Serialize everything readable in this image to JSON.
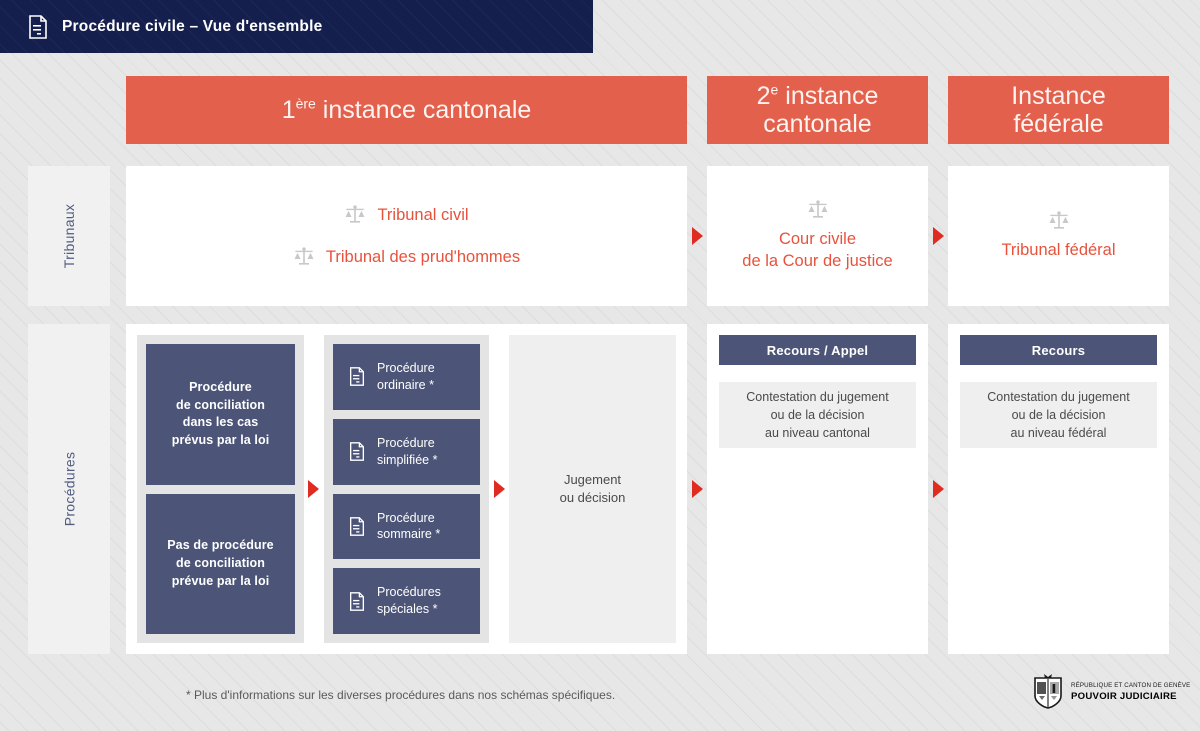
{
  "header": {
    "title": "Procédure civile – Vue d'ensemble",
    "icon": "document-icon",
    "background_color": "#141f4e"
  },
  "theme": {
    "accent_red": "#e2604c",
    "accent_red_text": "#e8523c",
    "navy": "#4c5578",
    "title_navy": "#141f4e",
    "arrow_red": "#e02b20",
    "page_background": "#e7e7e7",
    "panel_white": "#ffffff",
    "panel_gray": "#efefef"
  },
  "columns": [
    {
      "id": "col-1",
      "label_prefix": "1",
      "label_sup": "ère",
      "label_rest": " instance cantonale"
    },
    {
      "id": "col-2",
      "label_prefix": "2",
      "label_sup": "e",
      "label_rest": " instance",
      "label_line2": "cantonale"
    },
    {
      "id": "col-3",
      "label_prefix": "",
      "label_sup": "",
      "label_rest": "Instance",
      "label_line2": "fédérale"
    }
  ],
  "rows": [
    {
      "id": "row-tribunaux",
      "label": "Tribunaux"
    },
    {
      "id": "row-procedures",
      "label": "Procédures"
    }
  ],
  "tribunaux": {
    "col1": [
      {
        "icon": "scales-of-justice-icon",
        "name": "Tribunal civil"
      },
      {
        "icon": "scales-of-justice-icon",
        "name": "Tribunal des prud'hommes"
      }
    ],
    "col2": {
      "icon": "scales-of-justice-icon",
      "name_line1": "Cour civile",
      "name_line2": "de la Cour de justice"
    },
    "col3": {
      "icon": "scales-of-justice-icon",
      "name_line1": "Tribunal fédéral",
      "name_line2": ""
    }
  },
  "procedures": {
    "conciliation": [
      {
        "id": "conciliation-required",
        "line1": "Procédure",
        "line2": "de conciliation",
        "line3": "dans les cas",
        "line4": "prévus par la loi"
      },
      {
        "id": "conciliation-not-required",
        "line1": "Pas de procédure",
        "line2": "de conciliation",
        "line3": "prévue par la loi",
        "line4": ""
      }
    ],
    "types": [
      {
        "id": "procedure-ordinaire",
        "icon": "document-icon",
        "line1": "Procédure",
        "line2": "ordinaire *"
      },
      {
        "id": "procedure-simplifiee",
        "icon": "document-icon",
        "line1": "Procédure",
        "line2": "simplifiée *"
      },
      {
        "id": "procedure-sommaire",
        "icon": "document-icon",
        "line1": "Procédure",
        "line2": "sommaire *"
      },
      {
        "id": "procedures-speciales",
        "icon": "document-icon",
        "line1": "Procédures",
        "line2": "spéciales *"
      }
    ],
    "judgement": {
      "line1": "Jugement",
      "line2": "ou décision"
    },
    "col2": {
      "header": "Recours / Appel",
      "body_line1": "Contestation du jugement",
      "body_line2": "ou de la décision",
      "body_line3": "au niveau cantonal"
    },
    "col3": {
      "header": "Recours",
      "body_line1": "Contestation du jugement",
      "body_line2": "ou de la décision",
      "body_line3": "au niveau fédéral"
    }
  },
  "arrows": [
    {
      "id": "arrow-tribunaux-1-2",
      "icon": "arrow-right-icon"
    },
    {
      "id": "arrow-tribunaux-2-3",
      "icon": "arrow-right-icon"
    },
    {
      "id": "arrow-procedures-conciliation-types",
      "icon": "arrow-right-icon"
    },
    {
      "id": "arrow-procedures-types-judgement",
      "icon": "arrow-right-icon"
    },
    {
      "id": "arrow-procedures-1-2",
      "icon": "arrow-right-icon"
    },
    {
      "id": "arrow-procedures-2-3",
      "icon": "arrow-right-icon"
    }
  ],
  "footer": {
    "footnote": "* Plus d'informations sur les diverses procédures dans nos schémas spécifiques.",
    "logo": {
      "icon": "geneva-coat-of-arms-icon",
      "line1": "RÉPUBLIQUE ET CANTON DE GENÈVE",
      "line2": "POUVOIR JUDICIAIRE"
    }
  }
}
